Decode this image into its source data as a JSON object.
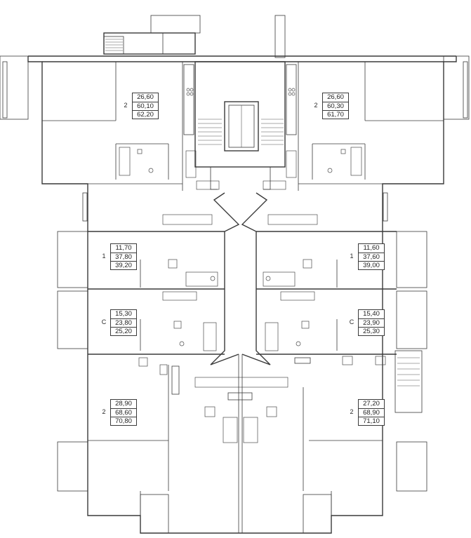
{
  "apartments": [
    {
      "id": "apt-top-left",
      "rooms": "2",
      "living_area": "26,60",
      "total_area": "60,10",
      "area_with_balcony": "62,20"
    },
    {
      "id": "apt-top-right",
      "rooms": "2",
      "living_area": "26,60",
      "total_area": "60,30",
      "area_with_balcony": "61,70"
    },
    {
      "id": "apt-mid-left-1",
      "rooms": "1",
      "living_area": "11,70",
      "total_area": "37,80",
      "area_with_balcony": "39,20"
    },
    {
      "id": "apt-mid-right-1",
      "rooms": "1",
      "living_area": "11,60",
      "total_area": "37,60",
      "area_with_balcony": "39,00"
    },
    {
      "id": "apt-studio-left",
      "rooms": "С",
      "living_area": "15,30",
      "total_area": "23,80",
      "area_with_balcony": "25,20"
    },
    {
      "id": "apt-studio-right",
      "rooms": "С",
      "living_area": "15,40",
      "total_area": "23,90",
      "area_with_balcony": "25,30"
    },
    {
      "id": "apt-bottom-left",
      "rooms": "2",
      "living_area": "28,90",
      "total_area": "68,60",
      "area_with_balcony": "70,80"
    },
    {
      "id": "apt-bottom-right",
      "rooms": "2",
      "living_area": "27,20",
      "total_area": "68,90",
      "area_with_balcony": "71,10"
    }
  ],
  "colors": {
    "walls": "#3a3a3a",
    "background": "#ffffff"
  }
}
